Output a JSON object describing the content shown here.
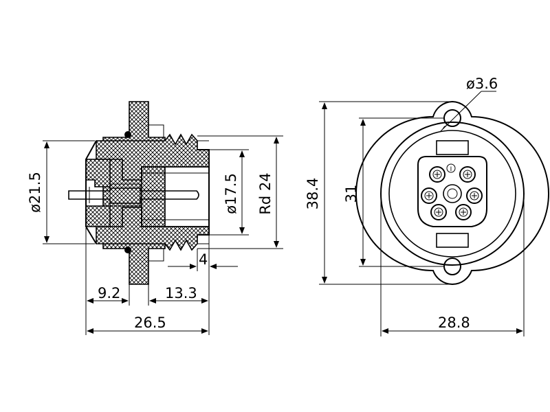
{
  "side_view": {
    "dia_outer": "ø21.5",
    "dia_inner": "ø17.5",
    "thread": "Rd 24",
    "dim_4": "4",
    "dim_9_2": "9.2",
    "dim_13_3": "13.3",
    "dim_26_5": "26.5"
  },
  "front_view": {
    "hole_dia": "ø3.6",
    "height": "38.4",
    "hole_spacing": "31",
    "width": "28.8",
    "pin_marker": "I"
  }
}
